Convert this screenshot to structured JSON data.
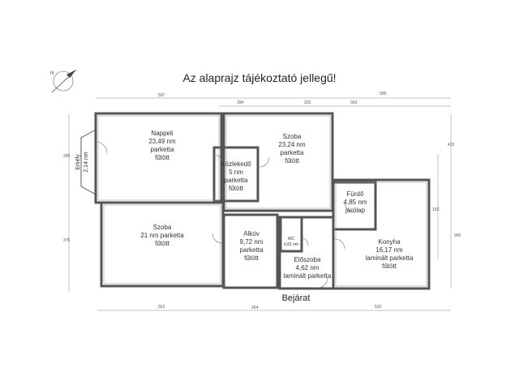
{
  "title": "Az alaprajz tájékoztató jellegű!",
  "entrance": "Bejárat",
  "rooms": {
    "nappali": {
      "name": "Nappeli",
      "area": "23,49 nm",
      "floor": "parketta",
      "heating": "fűtött"
    },
    "szoba_top": {
      "name": "Szoba",
      "area": "23,24 nm",
      "floor": "parketta",
      "heating": "fűtött"
    },
    "kozlekedo": {
      "name": "Közlekedő",
      "area": "5 nm",
      "floor": "parketta",
      "heating": "fűtött"
    },
    "furdo": {
      "name": "Fürdő",
      "area": "4,85 nm",
      "floor": "járólap"
    },
    "szoba_bottom": {
      "name": "Szoba",
      "area": "21 nm parketta",
      "heating": "fűtött"
    },
    "alkov": {
      "name": "Alkóv",
      "area": "9,72 nm",
      "floor": "parketta",
      "heating": "fűtött"
    },
    "wc": {
      "name": "WC",
      "area": "0,81 nm"
    },
    "eloszoba": {
      "name": "Előszoba",
      "area": "4,62 nm",
      "floor": "laminált parketta"
    },
    "konyha": {
      "name": "Konyha",
      "area": "16,17 nm",
      "floor": "laminált parketta",
      "heating": "fűtött"
    },
    "erkely": {
      "name": "Erkély",
      "area": "2,14 nm"
    }
  },
  "dimensions": {
    "top_overall": "936",
    "top_left": "597",
    "top_mid_a": "394",
    "top_mid_b": "233",
    "top_right": "393",
    "bottom_left": "552",
    "bottom_mid": "264",
    "bottom_right": "532",
    "left_upper": "395",
    "left_lower": "375",
    "right_overall": "995",
    "right_a": "415",
    "right_b": "152"
  }
}
